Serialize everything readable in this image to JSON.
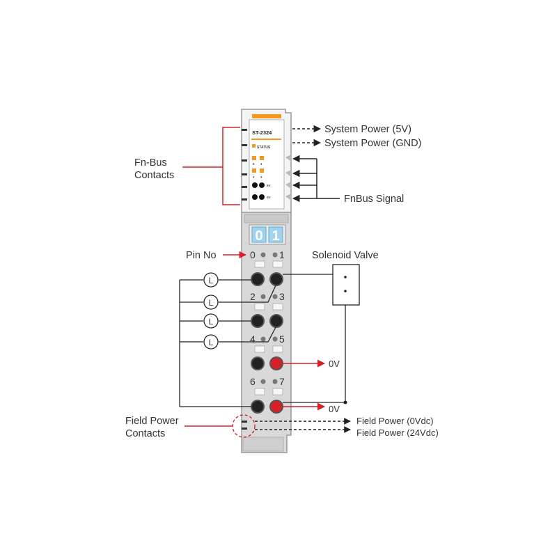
{
  "module": {
    "model": "ST-2324",
    "status_label": "STATUS",
    "led_row_a": [
      "0",
      "1"
    ],
    "led_row_b": [
      "2",
      "3"
    ],
    "led_5v": "5V",
    "led_0v": "0V",
    "display_digits": [
      "0",
      "1"
    ],
    "pin_numbers": [
      "0",
      "1",
      "2",
      "3",
      "4",
      "5",
      "6",
      "7"
    ]
  },
  "labels": {
    "system_power_5v": "System Power (5V)",
    "system_power_gnd": "System Power (GND)",
    "fn_bus_contacts_line1": "Fn-Bus",
    "fn_bus_contacts_line2": "Contacts",
    "fnbus_signal": "FnBus Signal",
    "pin_no": "Pin No",
    "solenoid_valve": "Solenoid Valve",
    "load_symbol": "L",
    "zero_v_a": "0V",
    "zero_v_b": "0V",
    "field_power_contacts_line1": "Field Power",
    "field_power_contacts_line2": "Contacts",
    "field_power_0vdc": "Field Power (0Vdc)",
    "field_power_24vdc": "Field Power (24Vdc)"
  },
  "colors": {
    "accent_orange": "#f39a1e",
    "callout_red": "#d6202a",
    "module_grey": "#d9d9d9",
    "display_blue": "#9fd3ee"
  }
}
